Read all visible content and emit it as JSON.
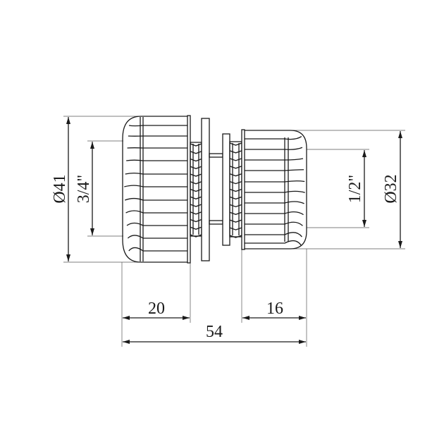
{
  "dimensions": {
    "outer_diameter_left": "Ø41",
    "thread_left": "3/4\"",
    "thread_right": "1/2\"",
    "outer_diameter_right": "Ø32",
    "length_left": "20",
    "length_right": "16",
    "total_length": "54"
  },
  "colors": {
    "line": "#1a1a1a",
    "background": "#ffffff"
  }
}
